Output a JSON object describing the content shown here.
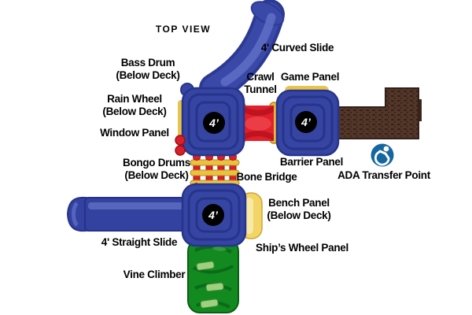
{
  "title": "TOP VIEW",
  "diagram": {
    "labels": {
      "bass_drum_1": "Bass Drum",
      "bass_drum_2": "(Below Deck)",
      "rain_wheel_1": "Rain Wheel",
      "rain_wheel_2": "(Below Deck)",
      "window_panel": "Window Panel",
      "curved_slide": "4' Curved Slide",
      "crawl_tunnel_1": "Crawl",
      "crawl_tunnel_2": "Tunnel",
      "game_panel": "Game Panel",
      "barrier_panel": "Barrier Panel",
      "ada_transfer": "ADA Transfer Point",
      "bongo_drums_1": "Bongo Drums",
      "bongo_drums_2": "(Below Deck)",
      "bone_bridge": "Bone Bridge",
      "bench_panel_1": "Bench Panel",
      "bench_panel_2": "(Below Deck)",
      "ships_wheel": "Ship’s Wheel Panel",
      "straight_slide": "4' Straight Slide",
      "vine_climber": "Vine Climber"
    },
    "decks": [
      {
        "label": "4’"
      },
      {
        "label": "4’"
      },
      {
        "label": "4’"
      }
    ],
    "colors": {
      "deck_blue": "#3645a2",
      "deck_ridge": "#26348c",
      "slide_blue": "#3342a0",
      "tunnel_red": "#e0202a",
      "accent_yellow": "#f0d05e",
      "ramp_brown": "#523628",
      "climber_green": "#128a20",
      "ada_blue": "#15679e",
      "text": "#000000"
    }
  }
}
